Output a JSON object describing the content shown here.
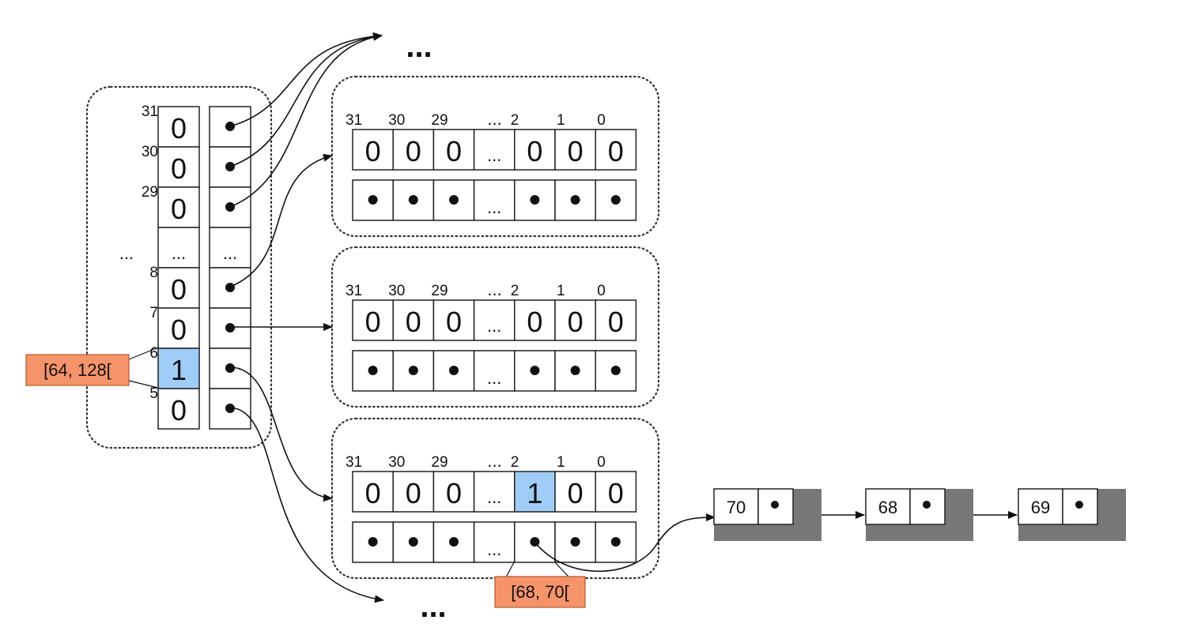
{
  "root": {
    "slots": [
      {
        "index": "31",
        "bit": "0",
        "highlight": false
      },
      {
        "index": "30",
        "bit": "0",
        "highlight": false
      },
      {
        "index": "29",
        "bit": "0",
        "highlight": false
      },
      {
        "index": "",
        "bit": "...",
        "highlight": false,
        "ellipsis": true
      },
      {
        "index": "8",
        "bit": "0",
        "highlight": false
      },
      {
        "index": "7",
        "bit": "0",
        "highlight": false
      },
      {
        "index": "6",
        "bit": "1",
        "highlight": true
      },
      {
        "index": "5",
        "bit": "0",
        "highlight": false
      }
    ],
    "side_ellipsis": "...",
    "range_label": "[64, 128["
  },
  "bitmaps": [
    {
      "indices": [
        "31",
        "30",
        "29",
        "...",
        "2",
        "1",
        "0"
      ],
      "bits": [
        "0",
        "0",
        "0",
        "...",
        "0",
        "0",
        "0"
      ],
      "highlight": -1
    },
    {
      "indices": [
        "31",
        "30",
        "29",
        "...",
        "2",
        "1",
        "0"
      ],
      "bits": [
        "0",
        "0",
        "0",
        "...",
        "0",
        "0",
        "0"
      ],
      "highlight": -1
    },
    {
      "indices": [
        "31",
        "30",
        "29",
        "...",
        "2",
        "1",
        "0"
      ],
      "bits": [
        "0",
        "0",
        "0",
        "...",
        "1",
        "0",
        "0"
      ],
      "highlight": 4
    }
  ],
  "leaf_range_label": "[68, 70[",
  "top_ellipsis": "...",
  "bottom_ellipsis": "...",
  "list_nodes": [
    "70",
    "68",
    "69"
  ],
  "colors": {
    "highlight": "#9fcdf7",
    "range_tag": "#f5936a",
    "node_shadow": "#777777"
  }
}
